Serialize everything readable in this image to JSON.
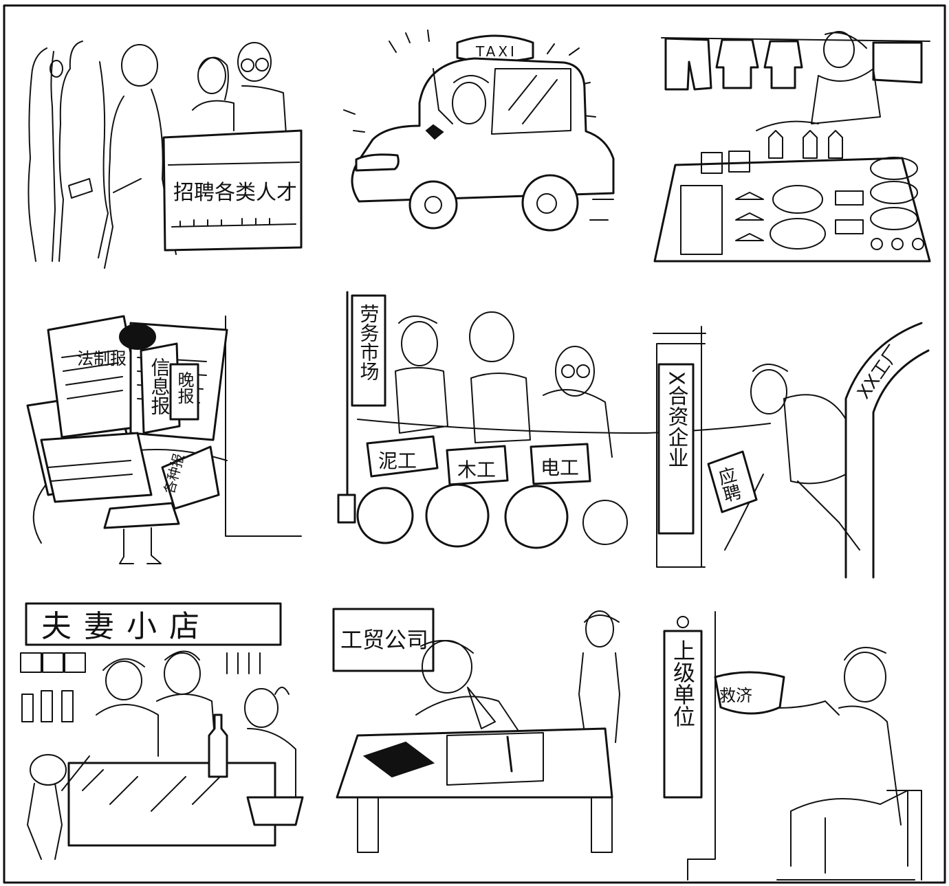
{
  "panels": {
    "recruit": {
      "banner": "招聘各类人才"
    },
    "taxi": {
      "roof_sign": "TAXI"
    },
    "stall": {},
    "newspapers": {
      "paper1": "法制报",
      "paper2": "信息报",
      "paper3": "晚报",
      "paper4": "各种报"
    },
    "labor_market": {
      "pole_sign": "劳务市场",
      "card1": "泥工",
      "card2": "木工",
      "card3": "电工"
    },
    "factory": {
      "gate_sign": "X合资企业",
      "arch_sign": "XX工厂",
      "apply_card": "应聘"
    },
    "couple_shop": {
      "shop_sign": "夫妻小店"
    },
    "trade_company": {
      "office_sign": "工贸公司"
    },
    "relief": {
      "door_sign": "上级单位",
      "bowl_label": "救济"
    }
  }
}
